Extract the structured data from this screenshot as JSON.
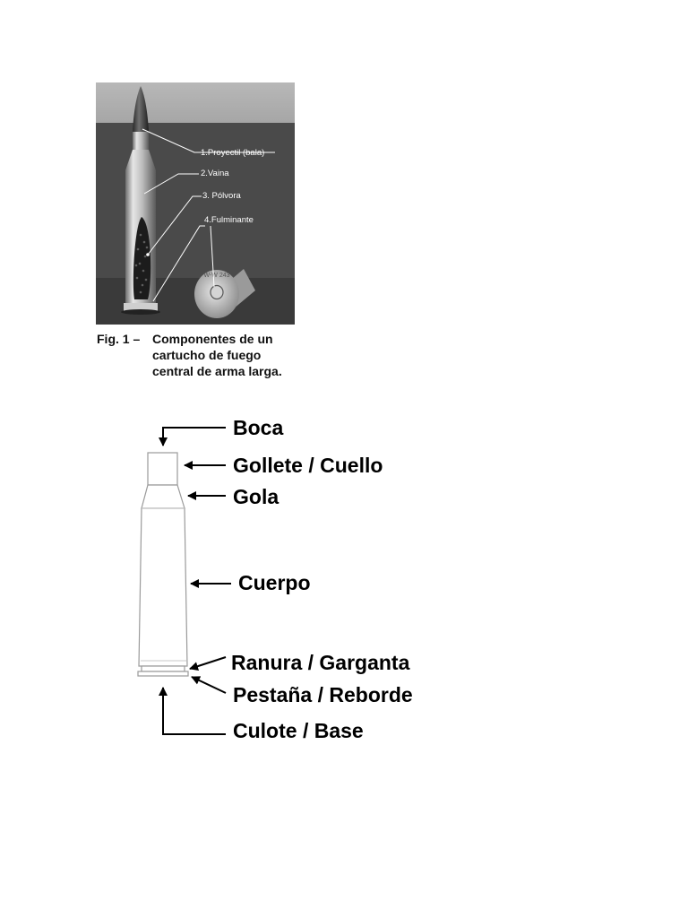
{
  "figure1": {
    "labels": [
      "1.Proyectil (bala)",
      "2.Vaina",
      "3. Pólvora",
      "4.Fulminante"
    ],
    "caption_num": "Fig. 1 –",
    "caption_lines": [
      "Componentes de un",
      "cartucho de fuego",
      "central de arma larga."
    ],
    "headstamp": "W-W 243"
  },
  "figure2": {
    "parts": {
      "boca": "Boca",
      "gollete": "Gollete / Cuello",
      "gola": "Gola",
      "cuerpo": "Cuerpo",
      "ranura": "Ranura / Garganta",
      "pestana": "Pestaña / Reborde",
      "culote": "Culote / Base"
    }
  }
}
